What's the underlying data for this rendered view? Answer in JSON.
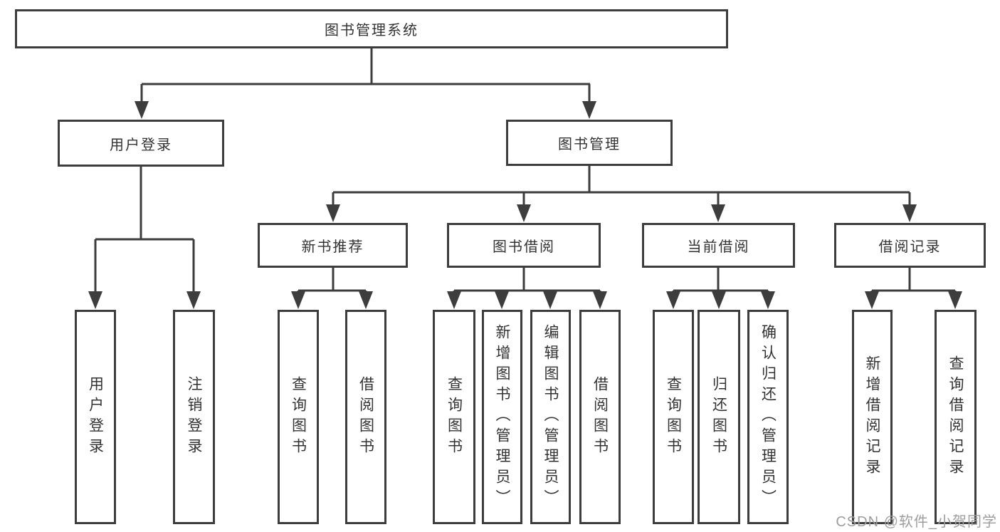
{
  "nodes": {
    "root": "图书管理系统",
    "user_login": "用户登录",
    "book_mgmt": "图书管理",
    "new_books": "新书推荐",
    "book_borrow": "图书借阅",
    "current_borrow": "当前借阅",
    "borrow_records": "借阅记录",
    "leaves": {
      "user_login": [
        "用户登录",
        "注销登录"
      ],
      "new_books": [
        "查询图书",
        "借阅图书"
      ],
      "book_borrow": [
        "查询图书",
        "新增图书（管理员）",
        "编辑图书（管理员）",
        "借阅图书"
      ],
      "current_borrow": [
        "查询图书",
        "归还图书",
        "确认归还（管理员）"
      ],
      "borrow_records": [
        "新增借阅记录",
        "查询借阅记录"
      ]
    }
  },
  "watermark": "CSDN @软件_小贺同学",
  "colors": {
    "line": "#3d3d3d",
    "text": "#333333",
    "wm": "#9d9d9d"
  }
}
